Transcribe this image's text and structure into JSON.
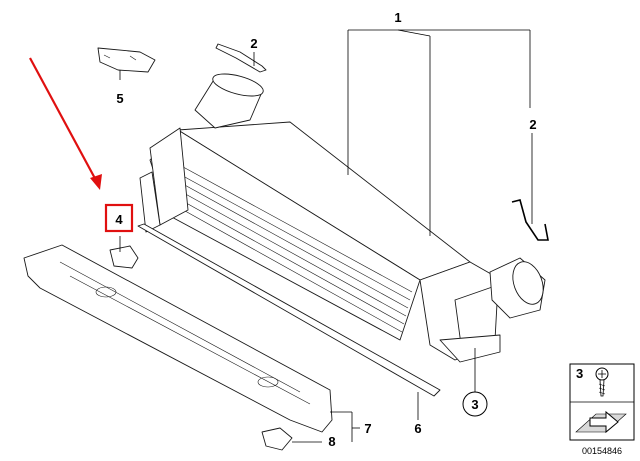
{
  "callouts": {
    "part_1": "1",
    "part_2_top": "2",
    "part_2_right": "2",
    "part_3": "3",
    "part_4": "4",
    "part_5": "5",
    "part_6": "6",
    "part_7": "7",
    "part_8": "8"
  },
  "legend": {
    "number": "3",
    "reference": "00154846"
  },
  "colors": {
    "highlight": "#e01010",
    "line": "#000000"
  },
  "icons": [
    "red-arrow-icon",
    "screw-icon",
    "direction-arrow-icon"
  ]
}
